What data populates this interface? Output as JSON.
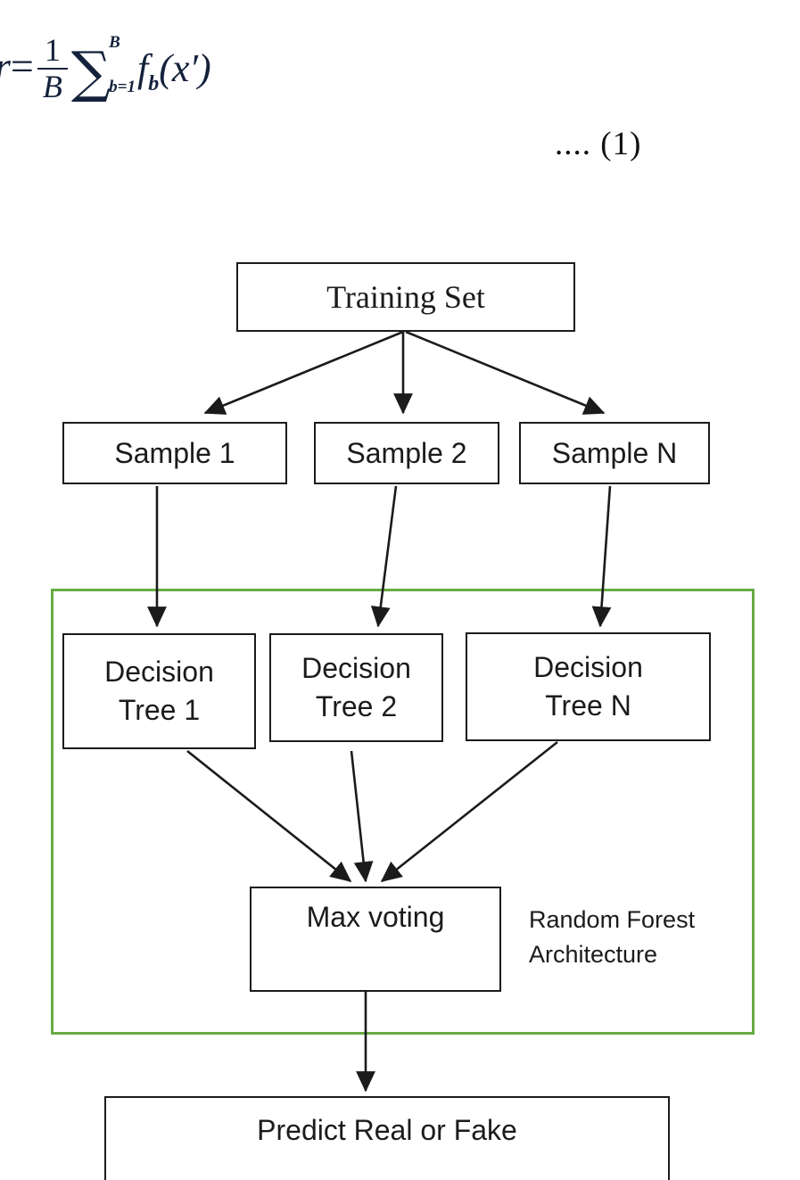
{
  "equation": {
    "lhs_fragment": "r",
    "equals": "=",
    "fraction_numerator": "1",
    "fraction_denominator": "B",
    "sigma": "∑",
    "sigma_upper_limit": "B",
    "sigma_lower_limit": "b=1",
    "function": "f",
    "function_subscript": "b",
    "argument": "(x′)",
    "number_label": ".... (1)",
    "color": "#13213a"
  },
  "diagram": {
    "title_node": {
      "label": "Training Set"
    },
    "samples": [
      {
        "label": "Sample 1"
      },
      {
        "label": "Sample 2"
      },
      {
        "label": "Sample N"
      }
    ],
    "trees": [
      {
        "line1": "Decision",
        "line2": "Tree 1"
      },
      {
        "line1": "Decision",
        "line2": "Tree 2"
      },
      {
        "line1": "Decision",
        "line2": "Tree N"
      }
    ],
    "voting_node": {
      "label": "Max voting"
    },
    "group_note": {
      "line1": "Random Forest",
      "line2": "Architecture"
    },
    "output_node": {
      "label": "Predict Real or Fake"
    },
    "colors": {
      "group_border": "#67ab44",
      "node_border": "#1b1b1b",
      "edge": "#1b1b1b",
      "background": "#ffffff"
    }
  }
}
